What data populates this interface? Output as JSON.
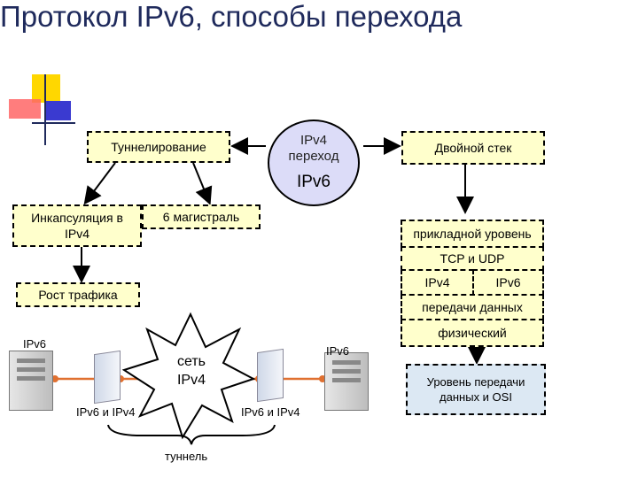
{
  "title": "Протокол IPv6, способы перехода",
  "center": {
    "line1": "IPv4",
    "line2": "переход",
    "line3": "IPv6"
  },
  "boxes": {
    "tunneling": "Туннелирование",
    "dual_stack": "Двойной стек",
    "encapsulation_l1": "Инкапсуляция в",
    "encapsulation_l2": "IPv4",
    "backbone": "6 магистраль",
    "traffic_growth": "Рост трафика"
  },
  "stack": {
    "application": "прикладной уровень",
    "tcp_udp": "TCP и UDP",
    "ipv4": "IPv4",
    "ipv6": "IPv6",
    "data_link": "передачи данных",
    "physical": "физический"
  },
  "osi_box": {
    "line1": "Уровень передачи",
    "line2": "данных и OSI"
  },
  "network": {
    "left_host": "IPv6",
    "right_host": "IPv6",
    "left_router": "IPv6 и IPv4",
    "right_router": "IPv6 и IPv4",
    "cloud_l1": "сеть",
    "cloud_l2": "IPv4",
    "tunnel": "туннель"
  }
}
